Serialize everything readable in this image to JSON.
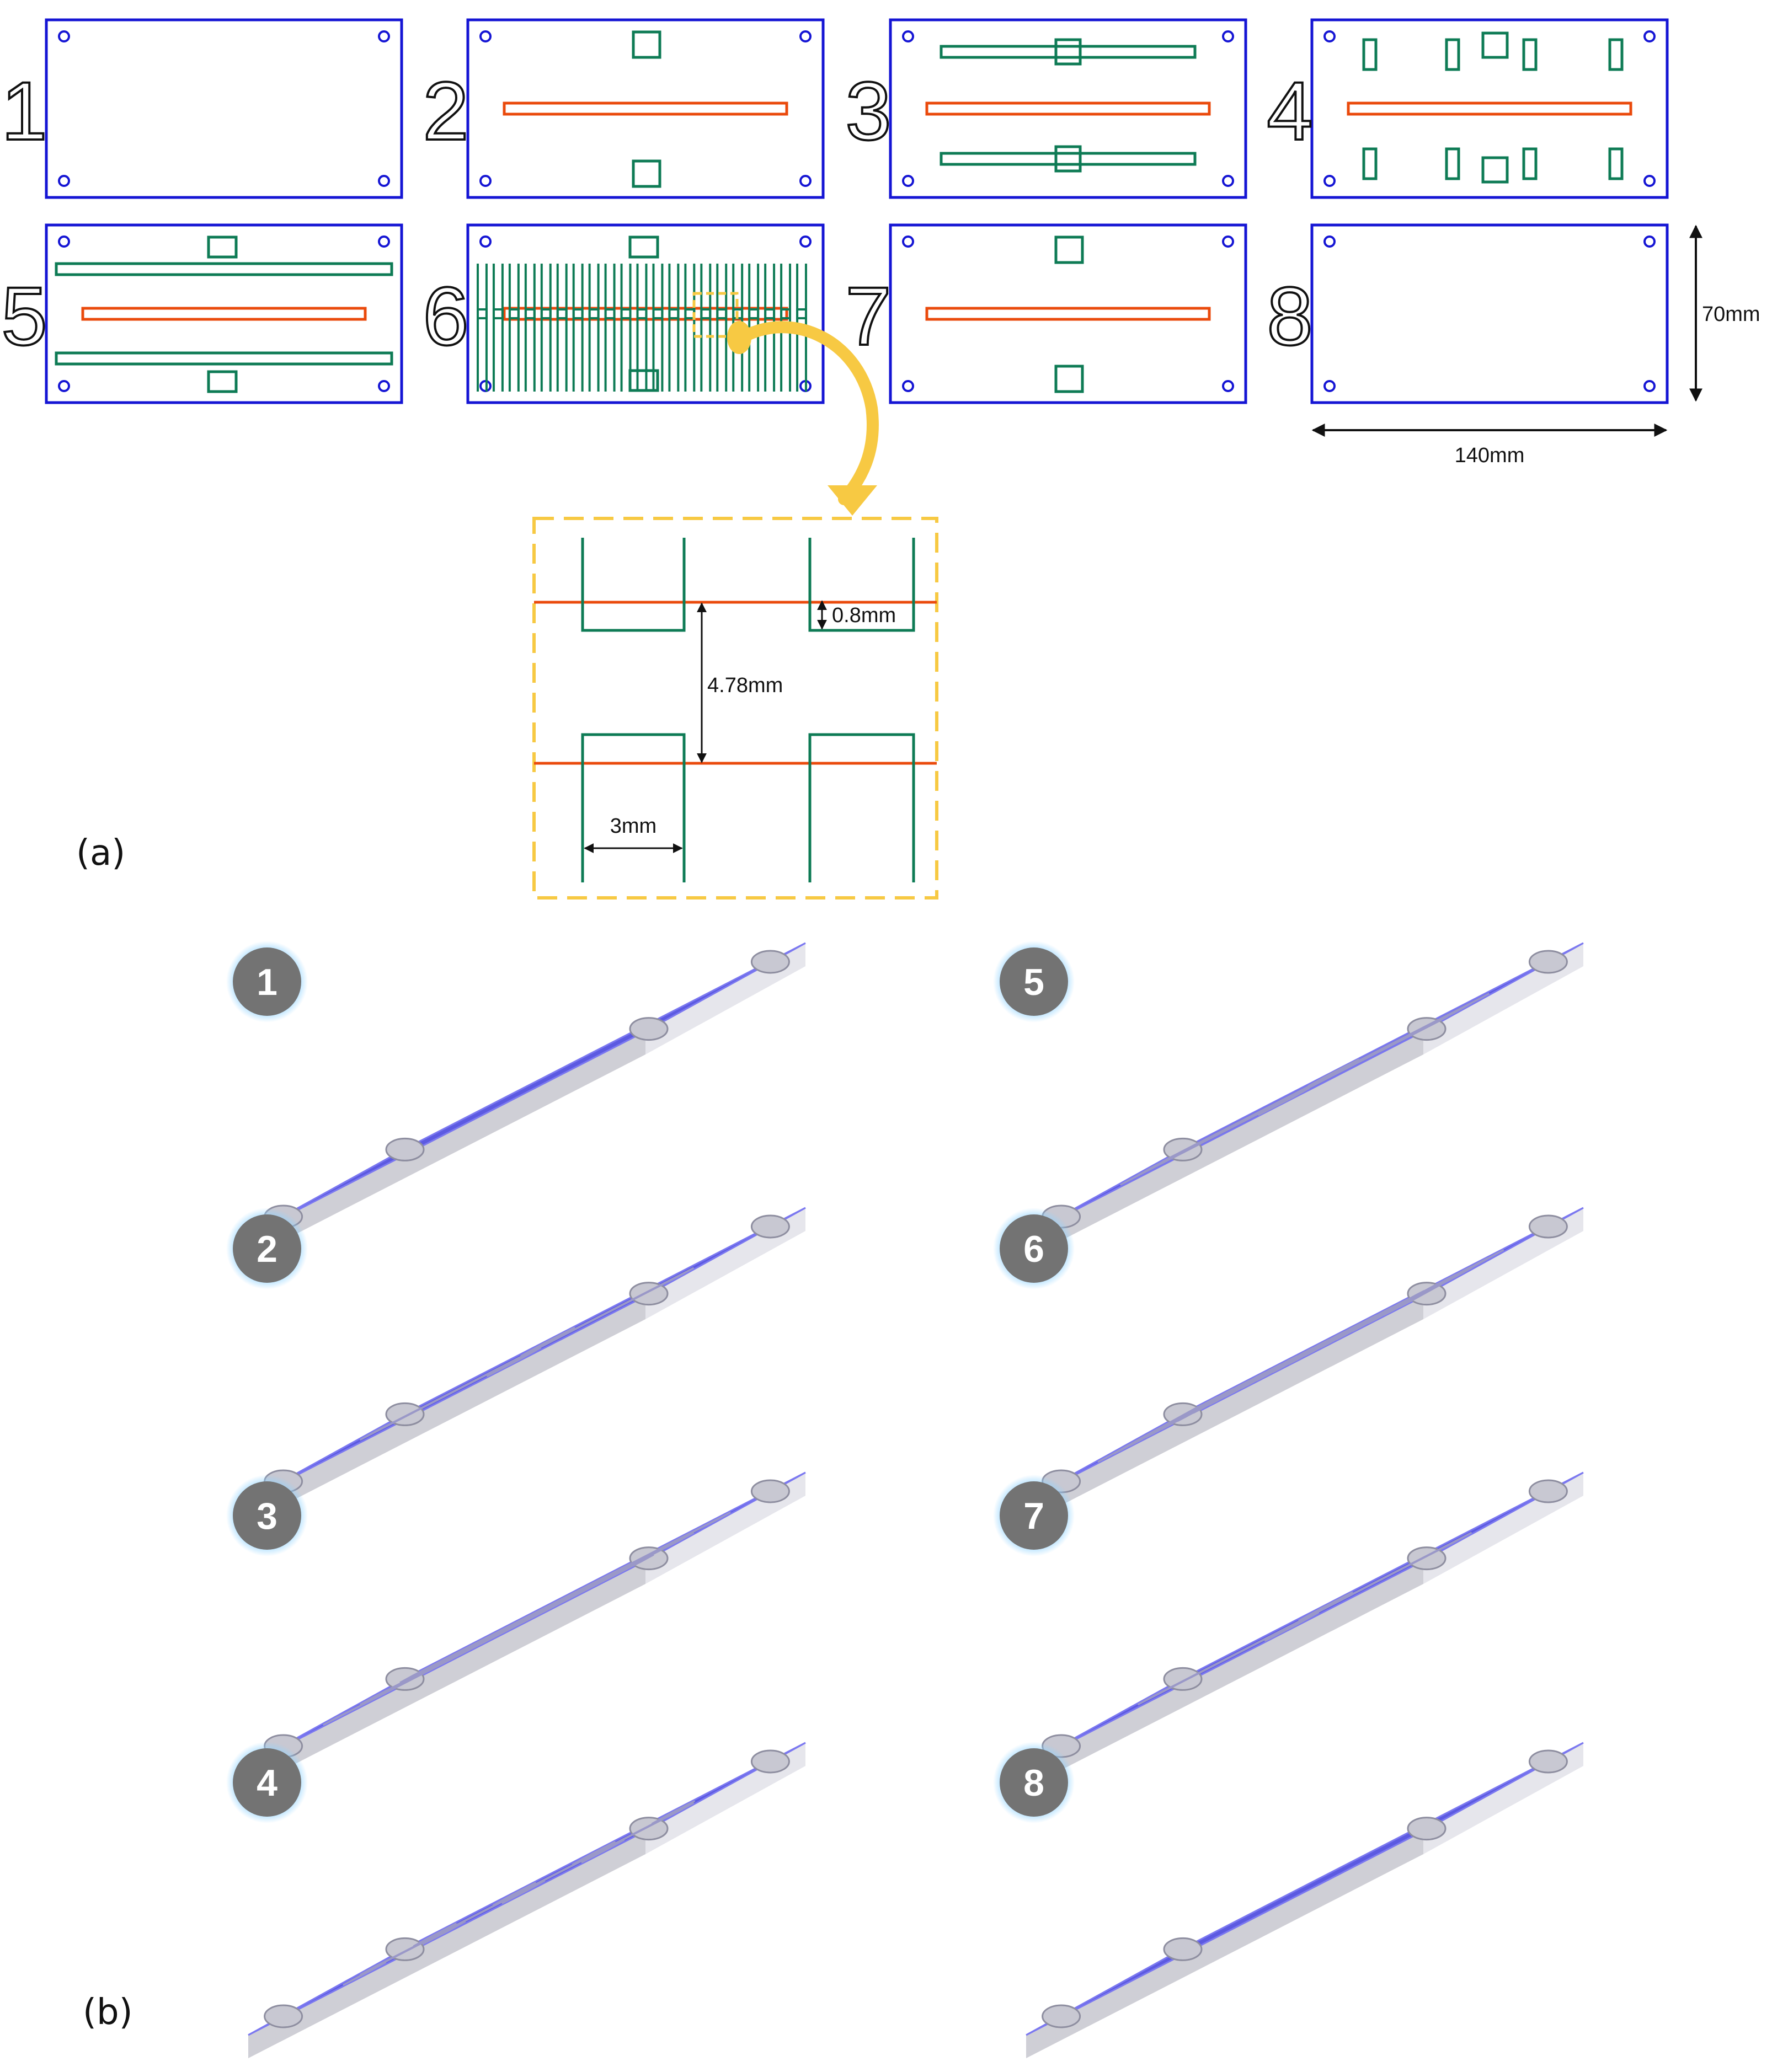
{
  "figure": {
    "panel_a_label": "(a)",
    "panel_b_label": "(b)"
  },
  "colors": {
    "plate_outline": "#1515d4",
    "channel_red": "#ea4a0c",
    "channel_green": "#0e7b55",
    "callout_yellow": "#f7c943",
    "plate_blue": "#5a57e0",
    "badge_gray": "#737373",
    "badge_glow": "#8fd3ff"
  },
  "layers": [
    {
      "number": "1",
      "label": "1"
    },
    {
      "number": "2",
      "label": "2"
    },
    {
      "number": "3",
      "label": "3"
    },
    {
      "number": "4",
      "label": "4"
    },
    {
      "number": "5",
      "label": "5"
    },
    {
      "number": "6",
      "label": "6"
    },
    {
      "number": "7",
      "label": "7"
    },
    {
      "number": "8",
      "label": "8"
    }
  ],
  "dimensions": {
    "height": "70mm",
    "width": "140mm",
    "gap": "0.8mm",
    "pitch": "4.78mm",
    "finger_width": "3mm"
  },
  "badges": [
    "1",
    "2",
    "3",
    "4",
    "5",
    "6",
    "7",
    "8"
  ]
}
